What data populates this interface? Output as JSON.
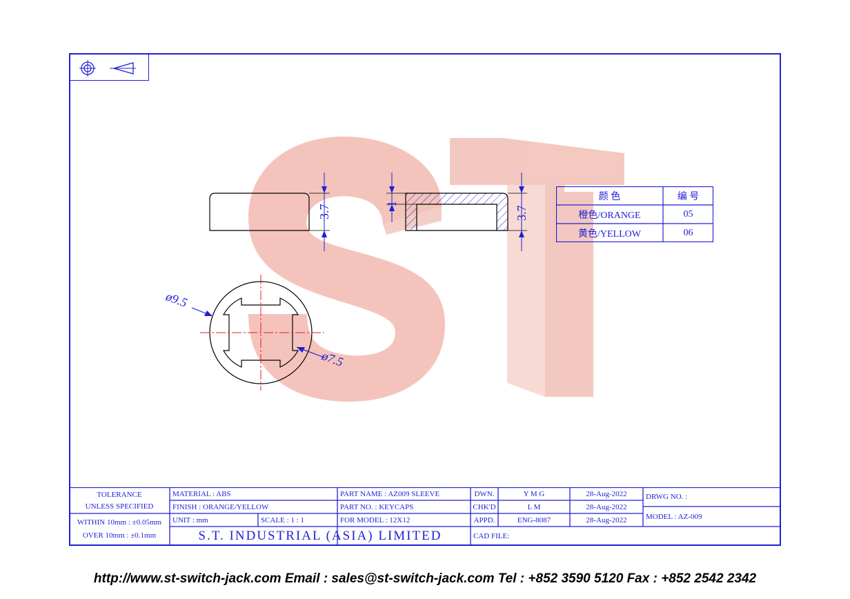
{
  "colors": {
    "line": "#1f1fd6",
    "watermark": "#f2bfb6",
    "centerline": "#e11d1d"
  },
  "symbols": [
    "target-projection-icon",
    "taper-projection-icon"
  ],
  "watermark": {
    "text": "ST"
  },
  "dimensions": {
    "height_left": "3.7",
    "height_right": "3.7",
    "wall_thickness": "1",
    "outer_diameter": "ø9.5",
    "inner_diameter": "ø7.5"
  },
  "color_table": {
    "headers": [
      "颜 色",
      "编 号"
    ],
    "rows": [
      {
        "color": "橙色/ORANGE",
        "code": "05"
      },
      {
        "color": "黄色/YELLOW",
        "code": "06"
      }
    ]
  },
  "title_block": {
    "tolerance": "TOLERANCE",
    "unless": "UNLESS SPECIFIED",
    "within": "WITHIN 10mm : ±0.05mm",
    "over": "OVER 10mm : ±0.1mm",
    "material": "MATERIAL : ABS",
    "finish": "FINISH   : ORANGE/YELLOW",
    "unit": "UNIT      : mm",
    "scale": "SCALE :   1 : 1",
    "company": "S.T. INDUSTRIAL (ASIA) LIMITED",
    "part_name": "PART NAME : AZ009 SLEEVE",
    "part_no": "PART NO.   : KEYCAPS",
    "for_model": "FOR MODEL : 12X12",
    "cad_file": "CAD FILE:",
    "dwn_label": "DWN.",
    "chkd_label": "CHK'D",
    "appd_label": "APPD.",
    "dwn_by": "Y M G",
    "chkd_by": "L M",
    "appd_by": "ENG-8087",
    "dwn_date": "28-Aug-2022",
    "chkd_date": "28-Aug-2022",
    "appd_date": "28-Aug-2022",
    "drwg_no": "DRWG NO. :",
    "model": "MODEL : AZ-009"
  },
  "footer": {
    "text": "http://www.st-switch-jack.com  Email : sales@st-switch-jack.com  Tel : +852 3590 5120  Fax : +852 2542 2342"
  }
}
